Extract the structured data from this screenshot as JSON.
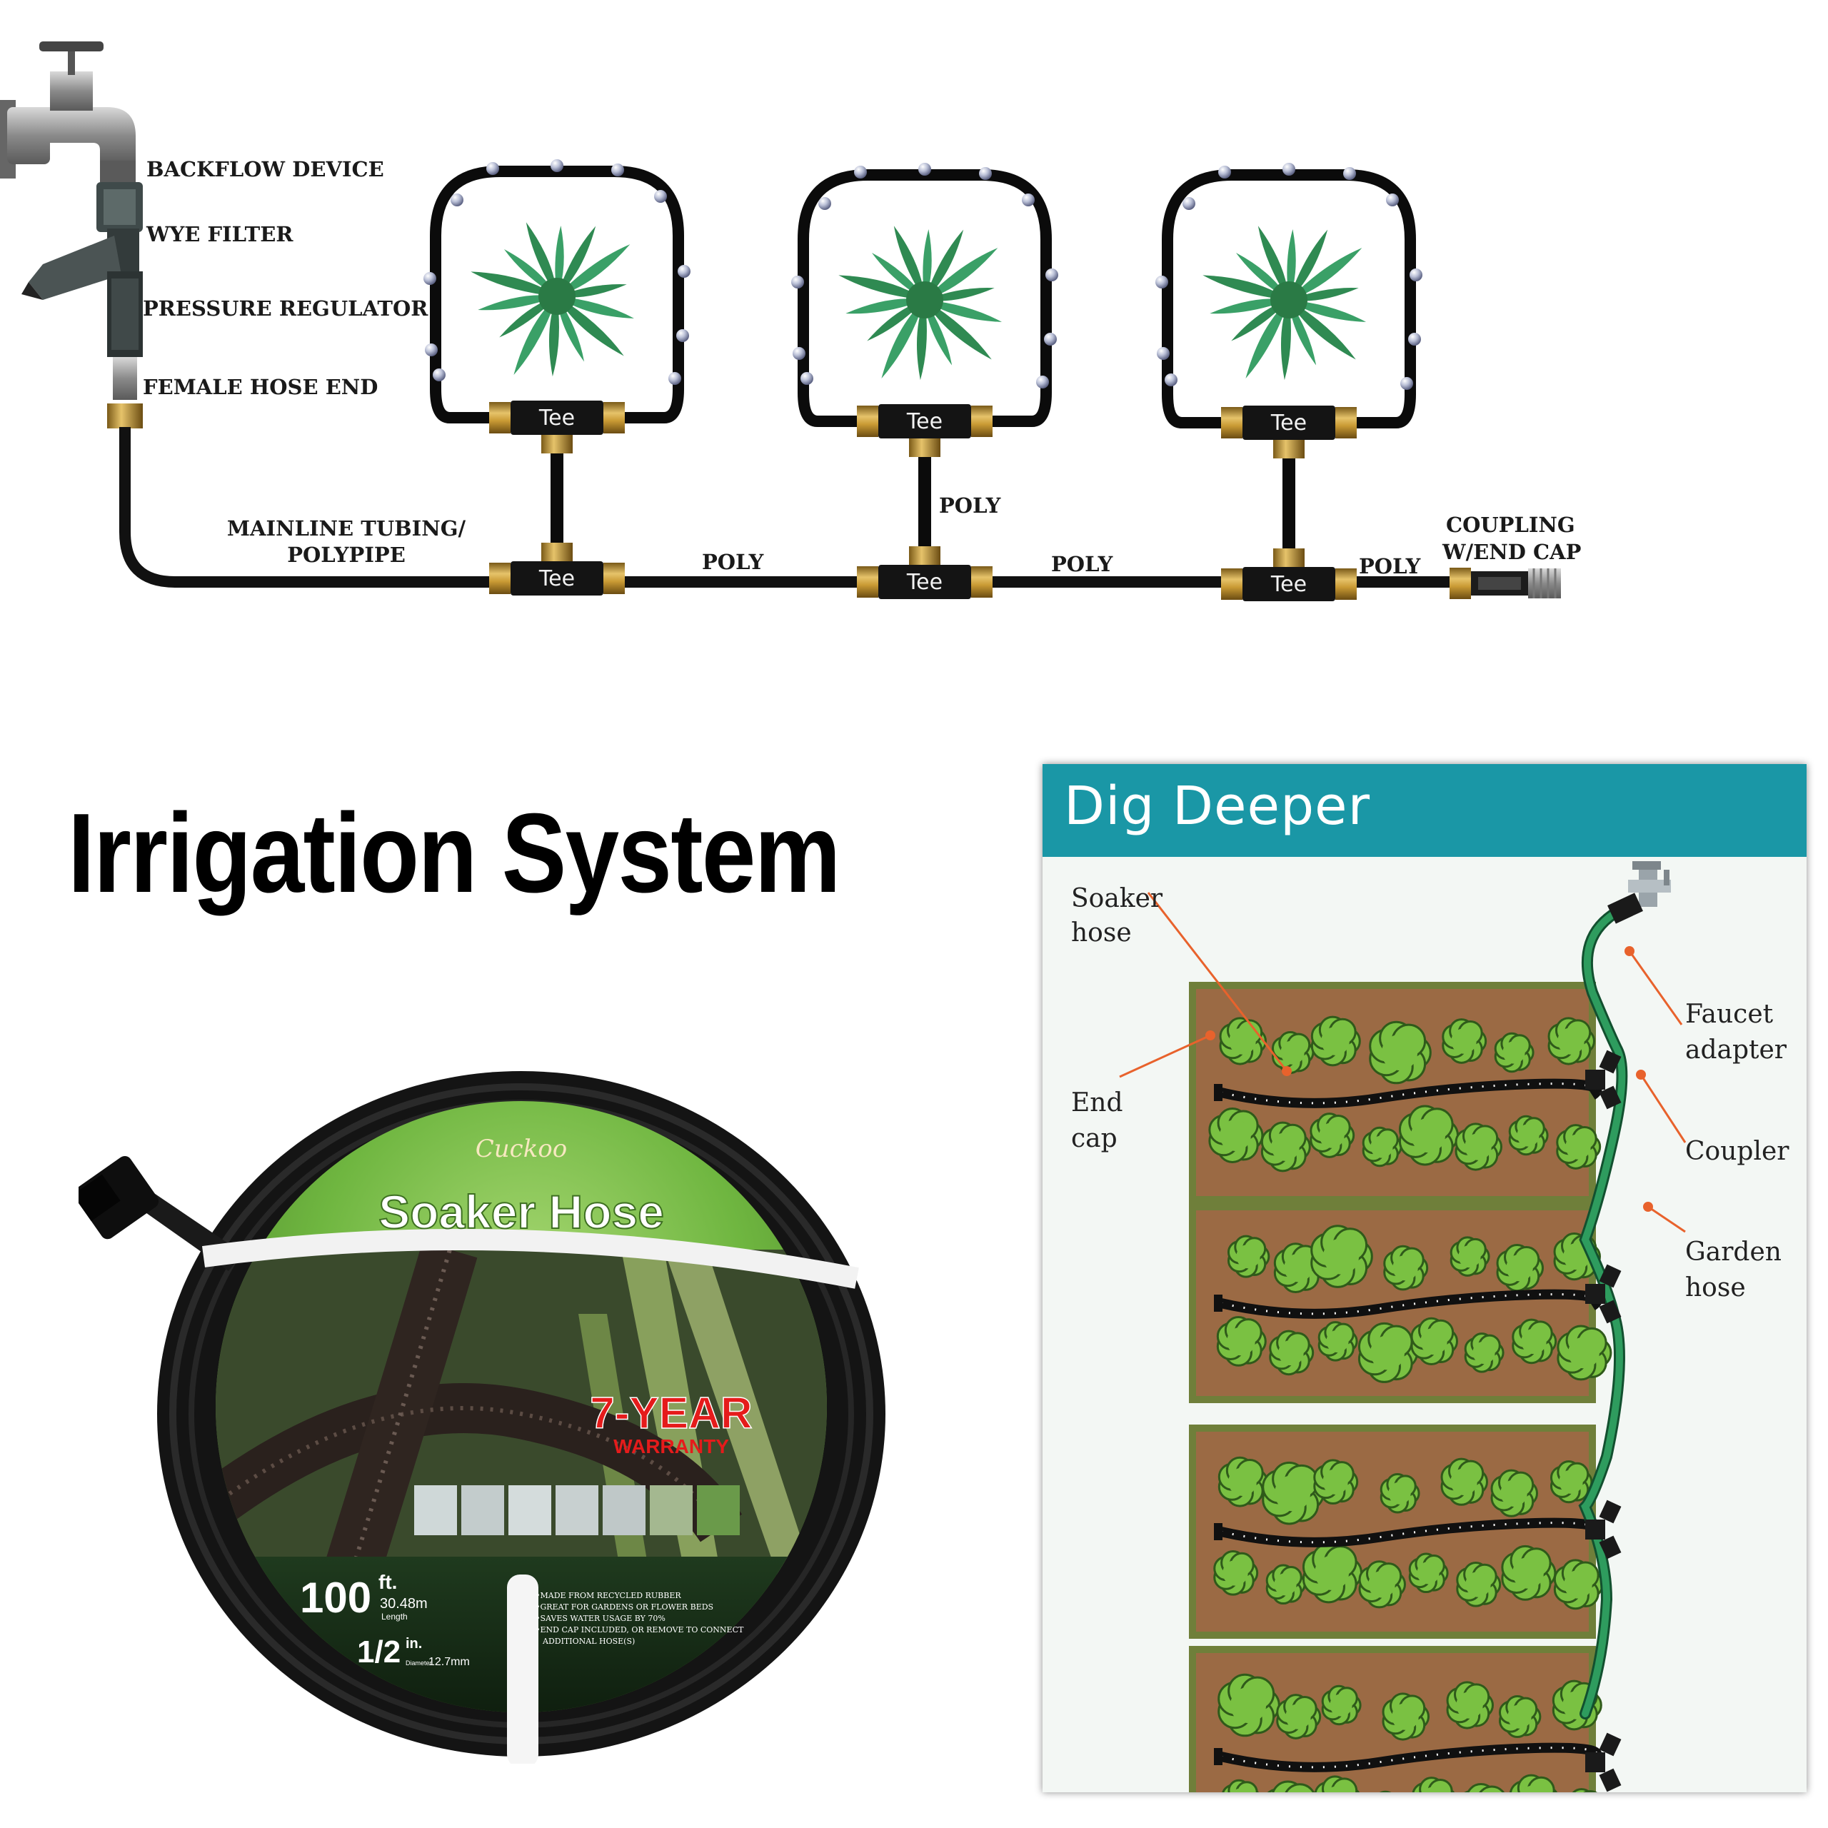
{
  "top_diagram": {
    "labels": {
      "backflow": "BACKFLOW DEVICE",
      "wye": "WYE FILTER",
      "pressure": "PRESSURE REGULATOR",
      "female": "FEMALE HOSE END",
      "mainline_1": "MAINLINE TUBING/",
      "mainline_2": "POLYPIPE",
      "poly_vertical": "POLY",
      "poly_1": "POLY",
      "poly_2": "POLY",
      "poly_3": "POLY",
      "coupling_1": "COUPLING",
      "coupling_2": "W/END CAP"
    },
    "tee_label": "Tee"
  },
  "title": "Irrigation System",
  "product": {
    "brand": "Cuckoo",
    "name": "Soaker Hose",
    "warranty_1": "7-YEAR",
    "warranty_2": "WARRANTY",
    "length": "100",
    "length_unit": "ft.",
    "length_metric": "30.48m",
    "length_word": "Length",
    "diameter": "1/2",
    "diameter_unit": "in.",
    "diameter_metric": "12.7mm",
    "diameter_word": "Diameter",
    "features": [
      "•MADE FROM RECYCLED RUBBER",
      "•GREAT FOR GARDENS OR FLOWER BEDS",
      "•SAVES WATER USAGE BY 70%",
      "•END CAP INCLUDED, OR REMOVE TO CONNECT",
      "ADDITIONAL HOSE(S)"
    ]
  },
  "card": {
    "title": "Dig Deeper",
    "labels": {
      "soaker_1": "Soaker",
      "soaker_2": "hose",
      "endcap_1": "End",
      "endcap_2": "cap",
      "faucet_1": "Faucet",
      "faucet_2": "adapter",
      "coupler": "Coupler",
      "garden_1": "Garden",
      "garden_2": "hose"
    },
    "colors": {
      "header": "#1a97a6",
      "soil": "#9b6a44",
      "bed_border": "#6f7f3a",
      "plant": "#7ac142",
      "garden_hose": "#2e9c5e",
      "leader": "#e8622c"
    }
  }
}
